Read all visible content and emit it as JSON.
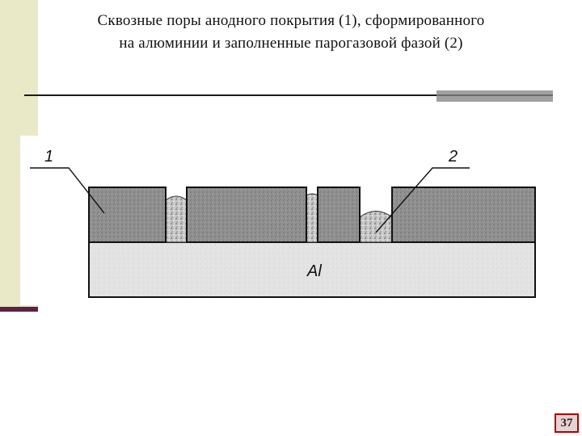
{
  "slide": {
    "title_line_1": "Сквозные поры анодного покрытия (1), сформированного",
    "title_line_2": "на алюминии и заполненные парогазовой фазой (2)",
    "page_number": "37"
  },
  "figure": {
    "label_coating": "1",
    "label_pore_filling": "2",
    "substrate_label": "Al"
  },
  "colors": {
    "sidebar": "#e9e9c8",
    "sidebar_accent": "#5a2246",
    "substrate": "#e2e2e2",
    "coating": "#8c8c8c",
    "page_number_border": "#b00000"
  }
}
